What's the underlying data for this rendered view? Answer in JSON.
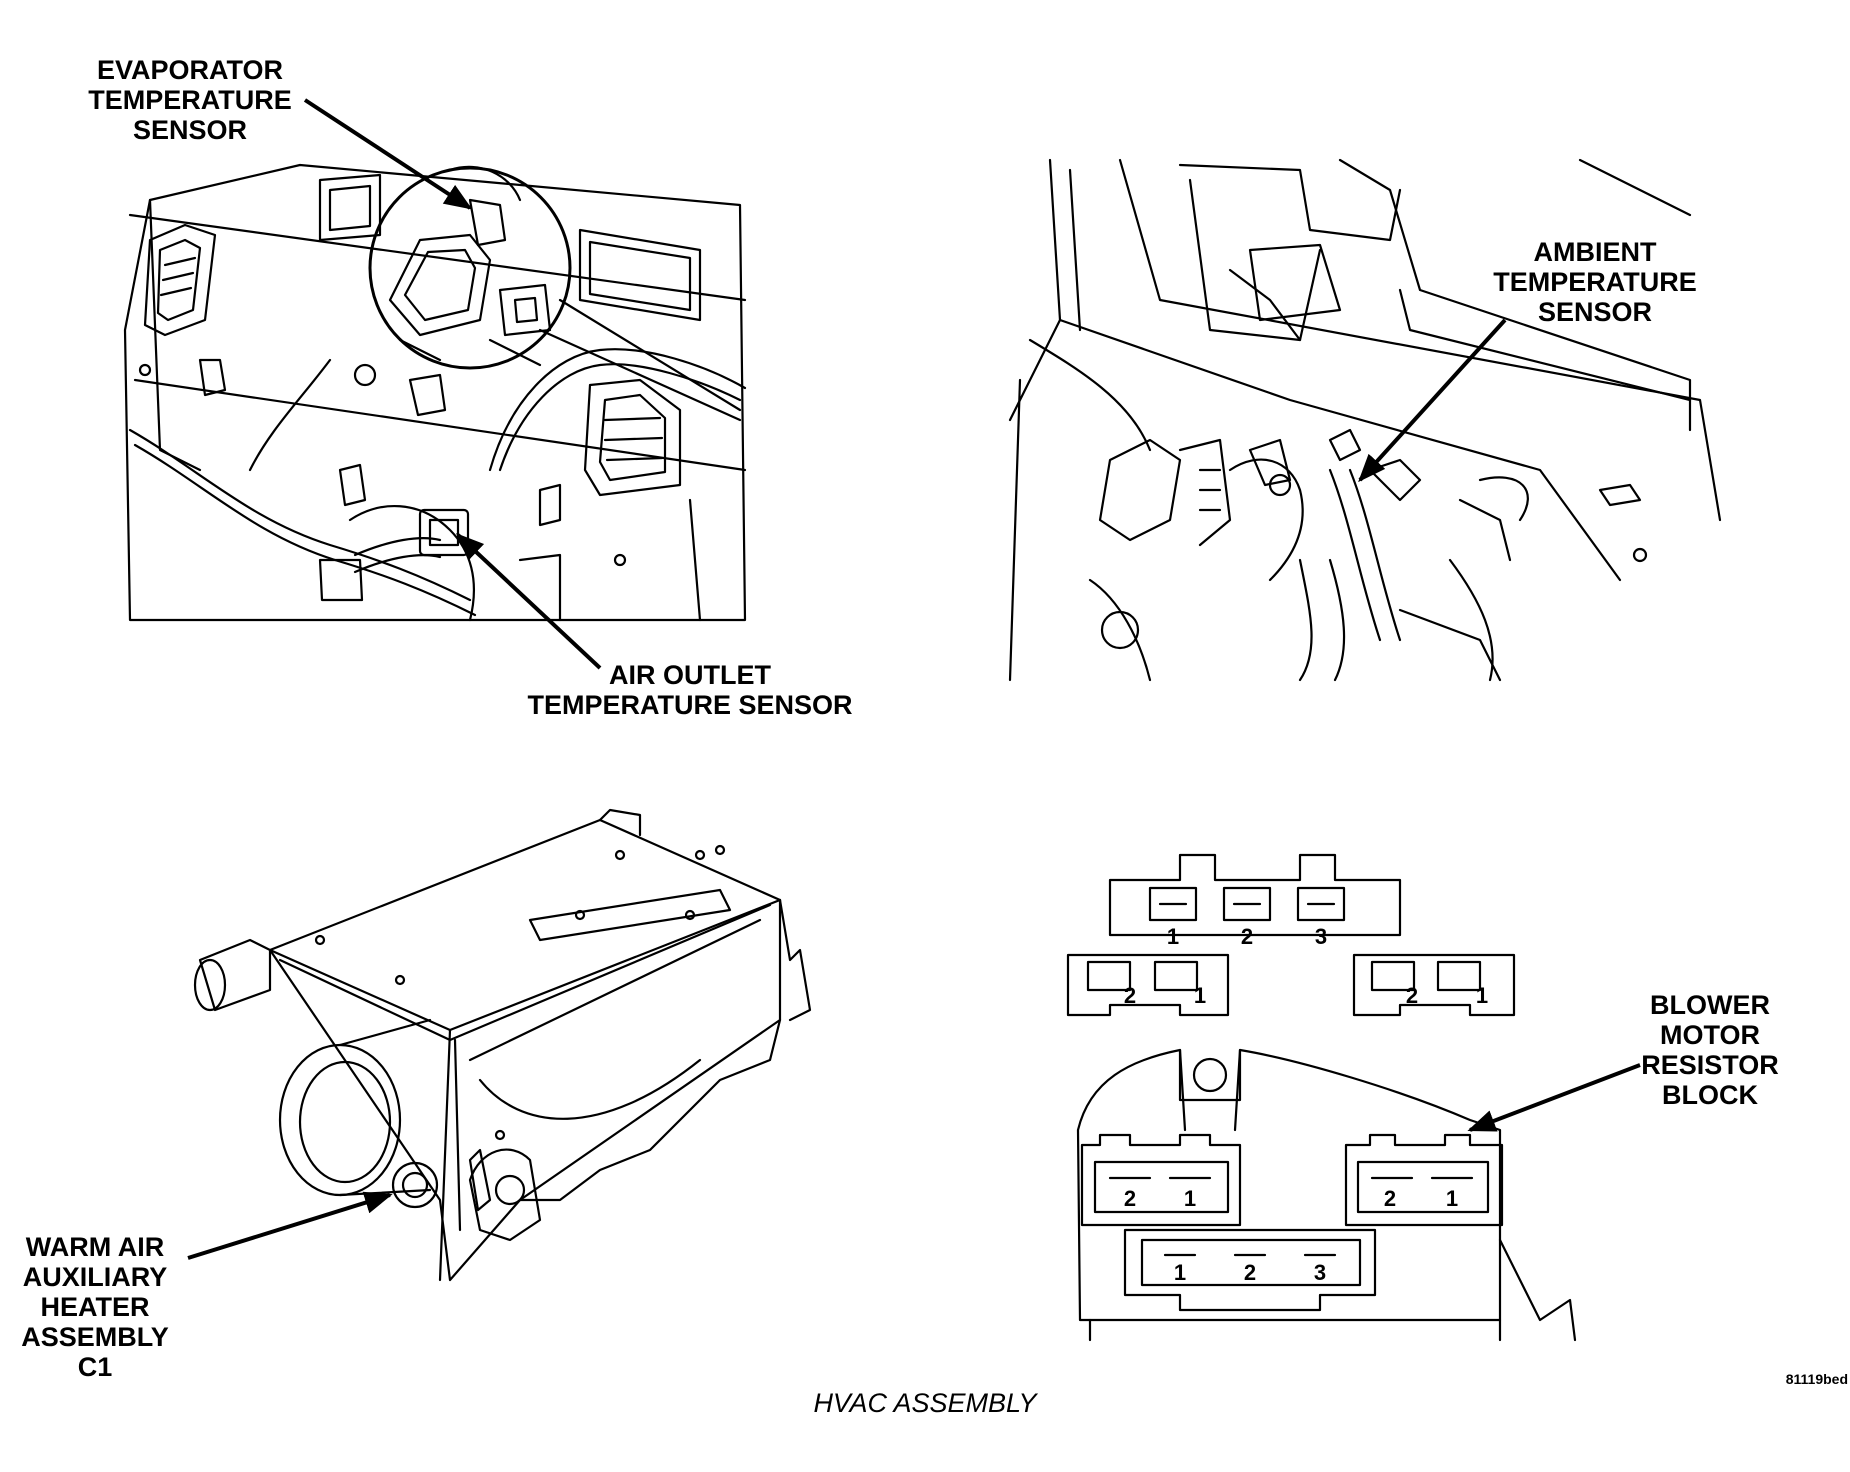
{
  "labels": {
    "evaporator_sensor": [
      "EVAPORATOR",
      "TEMPERATURE",
      "SENSOR"
    ],
    "air_outlet_sensor": [
      "AIR OUTLET",
      "TEMPERATURE SENSOR"
    ],
    "ambient_sensor": [
      "AMBIENT",
      "TEMPERATURE",
      "SENSOR"
    ],
    "blower_resistor": [
      "BLOWER",
      "MOTOR",
      "RESISTOR",
      "BLOCK"
    ],
    "warm_air_heater": [
      "WARM AIR",
      "AUXILIARY",
      "HEATER",
      "ASSEMBLY",
      "C1"
    ]
  },
  "connector_pins": {
    "top_connector": [
      "1",
      "2",
      "3"
    ],
    "small_left_connector": [
      "2",
      "1"
    ],
    "small_right_connector": [
      "2",
      "1"
    ],
    "block_left_connector": [
      "2",
      "1"
    ],
    "block_right_connector": [
      "2",
      "1"
    ],
    "block_bottom_connector": [
      "1",
      "2",
      "3"
    ]
  },
  "figure_code": "81119bed",
  "caption": "HVAC ASSEMBLY",
  "colors": {
    "ink": "#000000",
    "paper": "#ffffff"
  }
}
